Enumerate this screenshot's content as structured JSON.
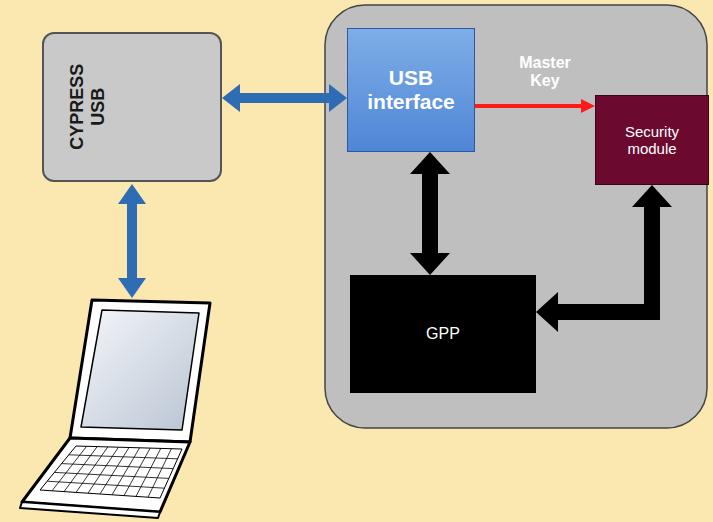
{
  "diagram": {
    "nodes": [
      {
        "text": [
          "CYPRESS USB"
        ]
      },
      {
        "text": [
          "USB interface"
        ]
      },
      {
        "text": [
          "Security module"
        ]
      },
      {
        "text": [
          "GPP"
        ]
      }
    ],
    "edges": [
      {
        "from": 0,
        "to": 1,
        "arrow": "both"
      },
      {
        "from": 1,
        "to": 2,
        "arrow": "to",
        "label": "Master Key"
      },
      {
        "from": 1,
        "to": 3,
        "arrow": "both"
      },
      {
        "from": 2,
        "to": 3,
        "arrow": "both"
      }
    ]
  }
}
